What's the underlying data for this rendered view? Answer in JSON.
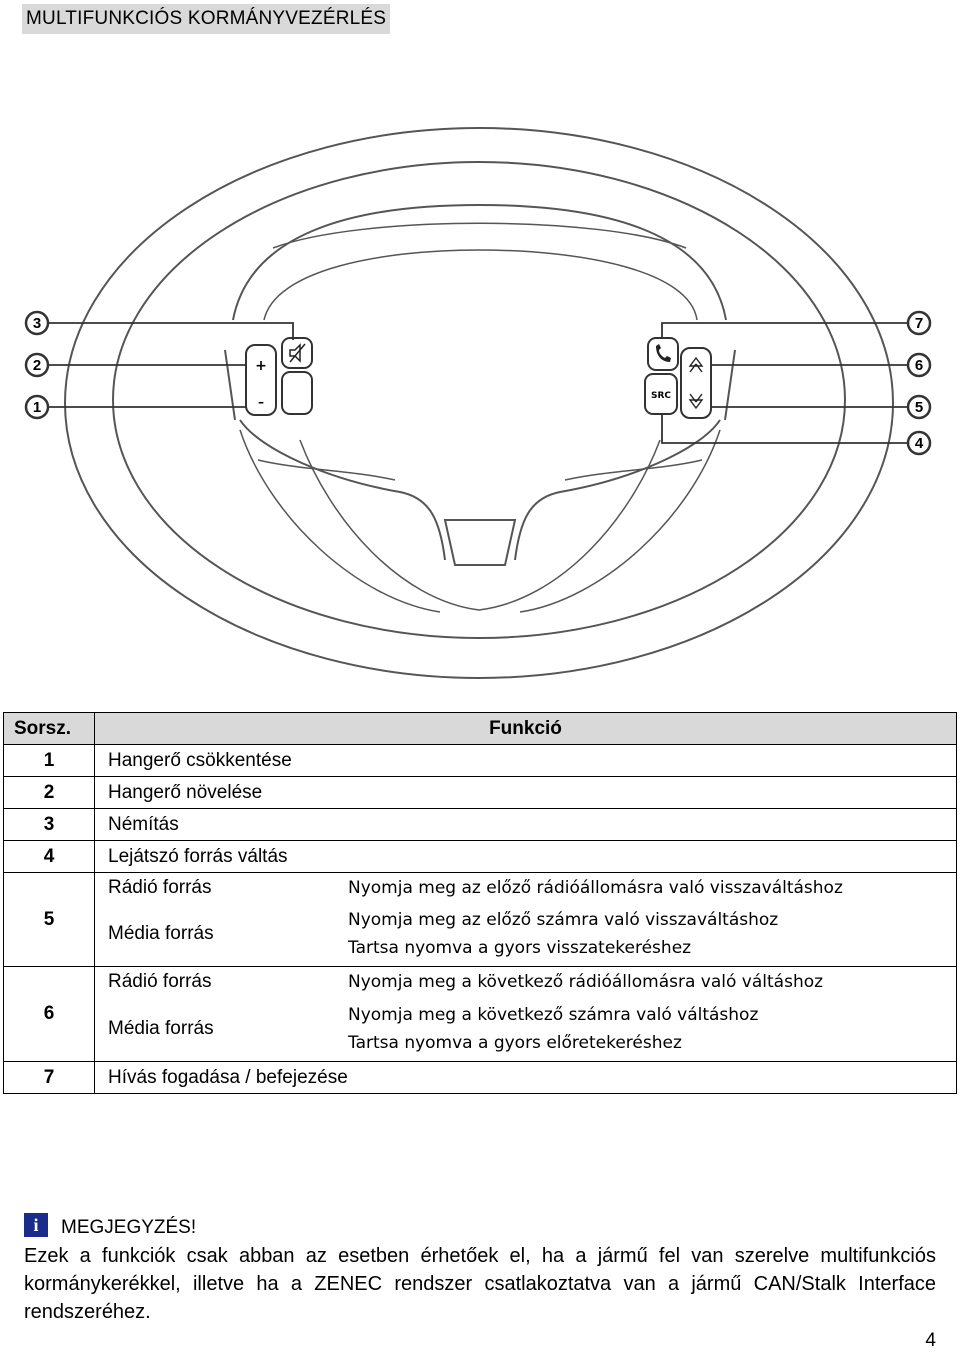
{
  "title": "MULTIFUNKCIÓS KORMÁNYVEZÉRLÉS",
  "figure": {
    "callouts_left": [
      "3",
      "2",
      "1"
    ],
    "callouts_right": [
      "7",
      "6",
      "5",
      "4"
    ],
    "buttons": {
      "vol_plus": "+",
      "vol_minus": "–",
      "src": "SRC"
    },
    "icons": [
      "mute-icon",
      "phone-icon",
      "up-arrow-icon",
      "down-arrow-icon"
    ]
  },
  "table": {
    "header": {
      "col1": "Sorsz.",
      "col2": "Funkció"
    },
    "rows": [
      {
        "no": "1",
        "label": "Hangerő csökkentése"
      },
      {
        "no": "2",
        "label": "Hangerő növelése"
      },
      {
        "no": "3",
        "label": "Némítás"
      },
      {
        "no": "4",
        "label": "Lejátszó forrás váltás"
      }
    ],
    "row5": {
      "no": "5",
      "radio_label": "Rádió forrás",
      "radio_desc": "Nyomja meg az előző rádióállomásra való visszaváltáshoz",
      "media_label": "Média forrás",
      "media_desc1": "Nyomja meg az előző számra való visszaváltáshoz",
      "media_desc2": "Tartsa nyomva a gyors visszatekeréshez"
    },
    "row6": {
      "no": "6",
      "radio_label": "Rádió forrás",
      "radio_desc": "Nyomja meg a következő rádióállomásra való váltáshoz",
      "media_label": "Média forrás",
      "media_desc1": "Nyomja meg a következő számra való váltáshoz",
      "media_desc2": "Tartsa nyomva a gyors előretekeréshez"
    },
    "row7": {
      "no": "7",
      "label": "Hívás fogadása / befejezése"
    }
  },
  "note": {
    "icon": "i",
    "title": "MEGJEGYZÉS!",
    "text": "Ezek a funkciók csak abban az esetben érhetőek el, ha a jármű fel van szerelve multifunkciós kormánykerékkel, illetve ha a ZENEC rendszer csatlakoztatva van a jármű CAN/Stalk Interface rendszeréhez."
  },
  "page_number": "4"
}
